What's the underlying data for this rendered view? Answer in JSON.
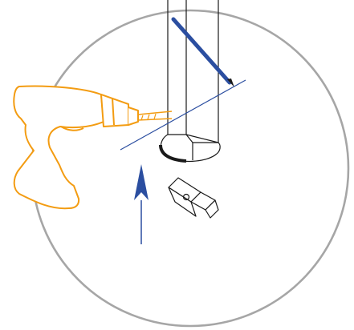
{
  "illustration": {
    "kind": "assembly-instruction",
    "steps_depicted": [
      "mark-drill-line",
      "drill-hole",
      "attach-clip-upward"
    ],
    "colors": {
      "circle_outline": "#a6a6a6",
      "line_art": "#1a1a1a",
      "drill": "#f39c12",
      "pencil_and_arrow": "#2b4ea0",
      "guide_line": "#2b4ea0"
    },
    "icons": [
      "drill-icon",
      "pencil-icon",
      "up-arrow-icon",
      "profile-clip-icon",
      "leg-profile-icon"
    ]
  }
}
